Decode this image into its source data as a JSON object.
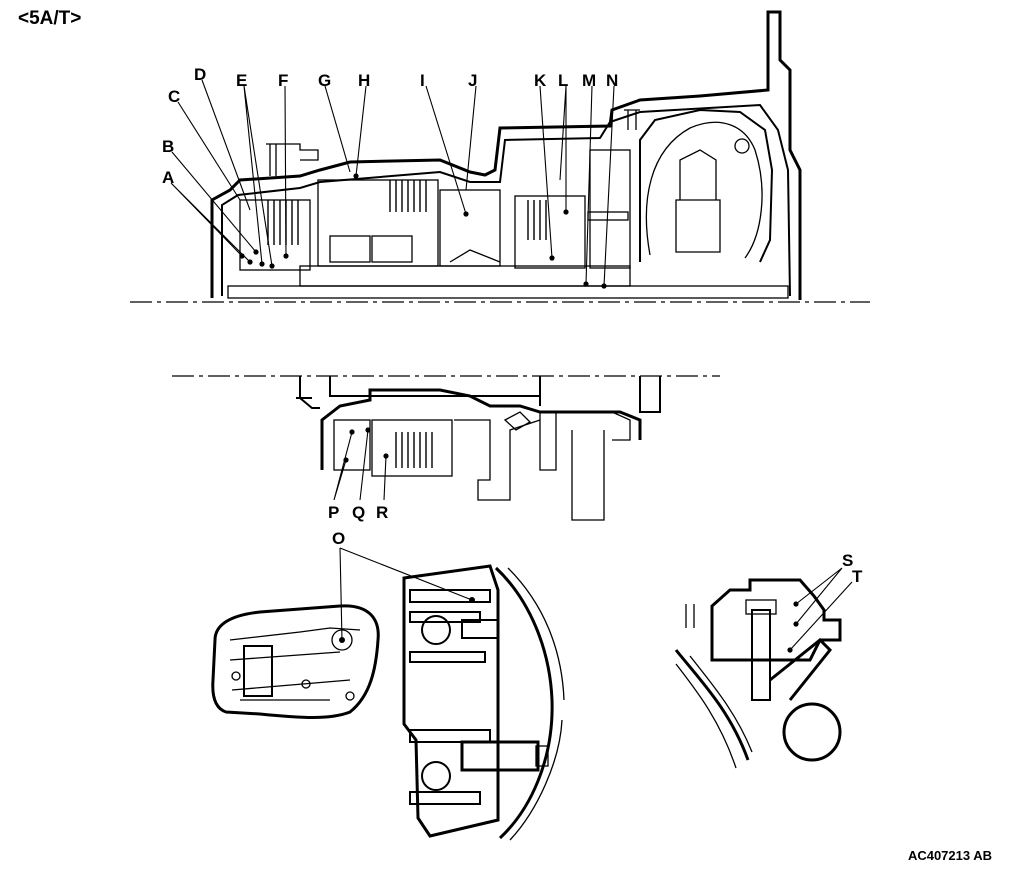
{
  "header": {
    "title": "<5A/T>"
  },
  "footer": {
    "reference": "AC407213 AB"
  },
  "callouts": {
    "A": "A",
    "B": "B",
    "C": "C",
    "D": "D",
    "E": "E",
    "F": "F",
    "G": "G",
    "H": "H",
    "I": "I",
    "J": "J",
    "K": "K",
    "L": "L",
    "M": "M",
    "N": "N",
    "O": "O",
    "P": "P",
    "Q": "Q",
    "R": "R",
    "S": "S",
    "T": "T"
  },
  "colors": {
    "ink": "#000000",
    "paper": "#ffffff"
  }
}
